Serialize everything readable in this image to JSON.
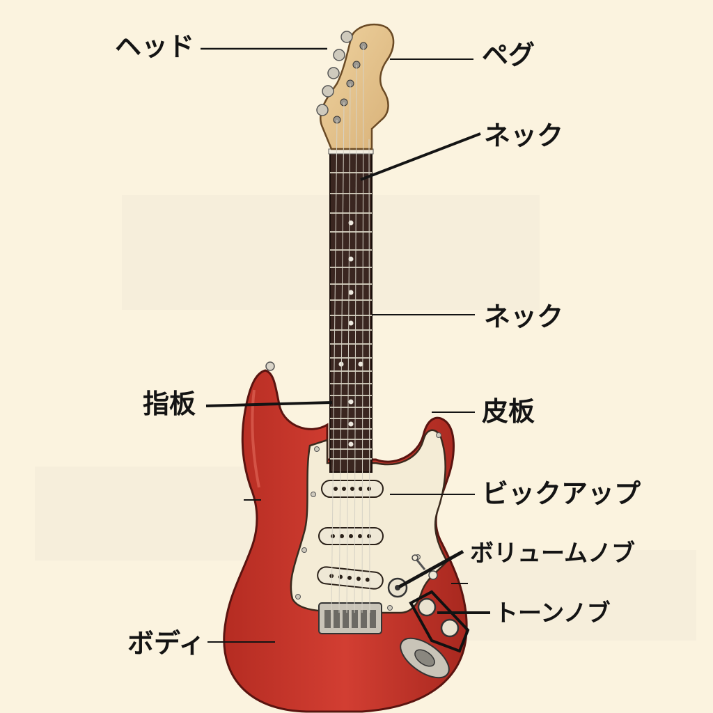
{
  "diagram": {
    "labels": {
      "head": "ヘッド",
      "peg": "ペグ",
      "neck_upper": "ネック",
      "neck_lower": "ネック",
      "fingerboard": "指板",
      "pickguard": "皮板",
      "pickup": "ビックアップ",
      "volume_knob": "ボリュームノブ",
      "tone_knob": "トーンノブ",
      "body": "ボディ"
    },
    "colors": {
      "background": "#fbf3df",
      "body": "#c8372c",
      "pickguard": "#f4ecd6",
      "headstock": "#e6c58e",
      "fingerboard": "#3a2620",
      "line": "#141414"
    }
  }
}
